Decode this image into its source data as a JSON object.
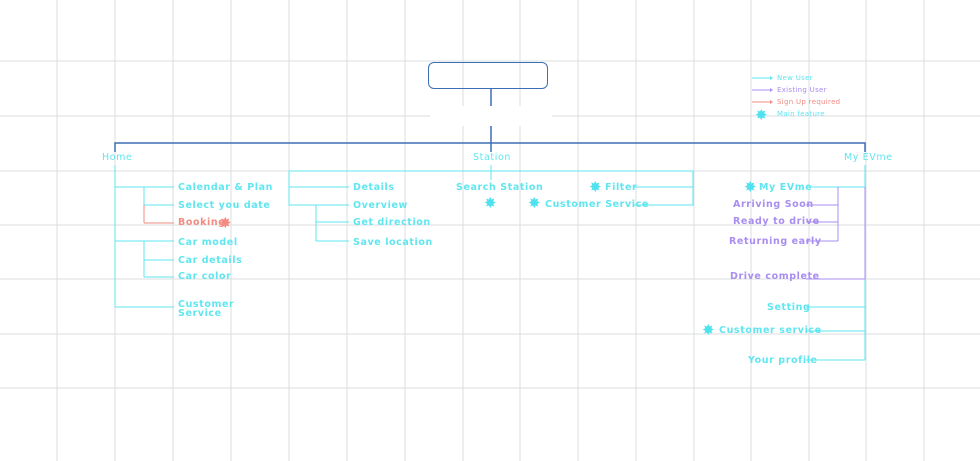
{
  "legend": {
    "new_user": "New User",
    "existing_user": "Existing User",
    "signup_required": "Sign Up required",
    "main_feature": "Main feature"
  },
  "root": {
    "label": ""
  },
  "home": {
    "title": "Home",
    "calendar_plan": "Calendar & Plan",
    "select_date": "Select you date",
    "booking": "Booking",
    "car_model": "Car model",
    "car_details": "Car details",
    "car_color": "Car color",
    "customer_service_1": "Customer",
    "customer_service_2": "Service"
  },
  "station": {
    "title": "Station",
    "details": "Details",
    "overview": "Overview",
    "get_direction": "Get direction",
    "save_location": "Save location",
    "search_station": "Search Station",
    "filter": "Filter",
    "customer_service": "Customer Service"
  },
  "my_evme": {
    "title": "My EVme",
    "my_evme_item": "My EVme",
    "arriving_soon": "Arriving Soon",
    "ready_to_drive": "Ready to drive",
    "returning_early": "Returning early",
    "drive_complete": "Drive complete",
    "setting": "Setting",
    "customer_service": "Customer service",
    "your_profile": "Your profile"
  },
  "colors": {
    "new_user": "#5fe6ef",
    "existing_user": "#a98df0",
    "signup_required": "#f28b82",
    "structure": "#3d6eb4",
    "grid": "#d9dde3"
  },
  "icons": {
    "main_feature": "asterisk-star-icon",
    "arrow": "arrow-right-icon"
  }
}
